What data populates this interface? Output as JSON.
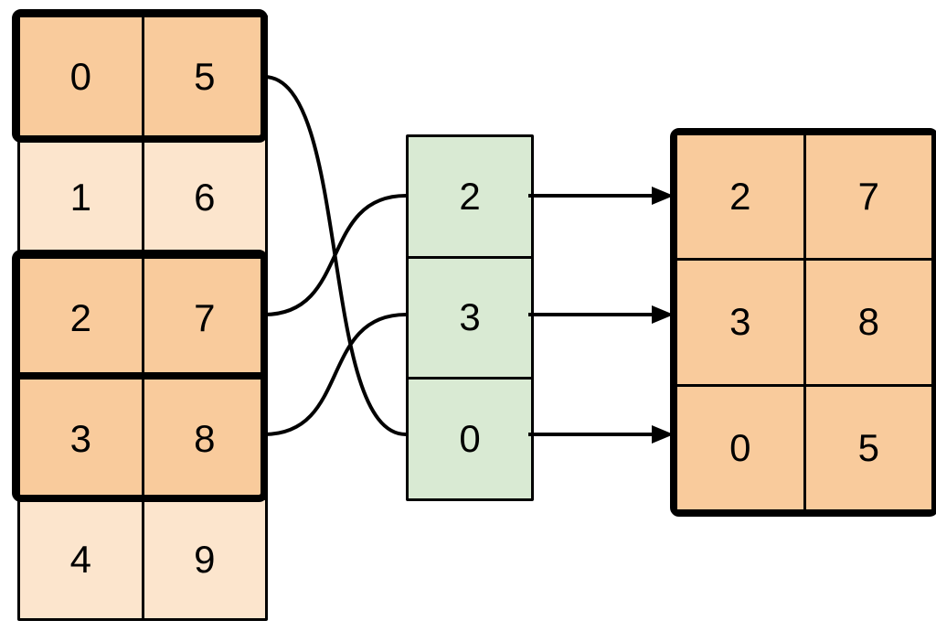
{
  "colors": {
    "highlight-fill": "#f9cb9c",
    "normal-fill": "#fce5cd",
    "index-fill": "#d9ead3",
    "line": "#000000",
    "bg": "#ffffff"
  },
  "source_table": {
    "rows": [
      {
        "highlighted": true,
        "cells": [
          "0",
          "5"
        ]
      },
      {
        "highlighted": false,
        "cells": [
          "1",
          "6"
        ]
      },
      {
        "highlighted": true,
        "cells": [
          "2",
          "7"
        ]
      },
      {
        "highlighted": true,
        "cells": [
          "3",
          "8"
        ]
      },
      {
        "highlighted": false,
        "cells": [
          "4",
          "9"
        ]
      }
    ]
  },
  "index_column": {
    "values": [
      "2",
      "3",
      "0"
    ]
  },
  "result_table": {
    "rows": [
      {
        "cells": [
          "2",
          "7"
        ]
      },
      {
        "cells": [
          "3",
          "8"
        ]
      },
      {
        "cells": [
          "0",
          "5"
        ]
      }
    ]
  },
  "connections": {
    "curves": [
      {
        "from_source_row": 0,
        "to_index_value": "0"
      },
      {
        "from_source_row": 2,
        "to_index_value": "2"
      },
      {
        "from_source_row": 3,
        "to_index_value": "3"
      }
    ],
    "arrows": [
      {
        "from_index_value": "2",
        "to_result_row": 0
      },
      {
        "from_index_value": "3",
        "to_result_row": 1
      },
      {
        "from_index_value": "0",
        "to_result_row": 2
      }
    ]
  }
}
